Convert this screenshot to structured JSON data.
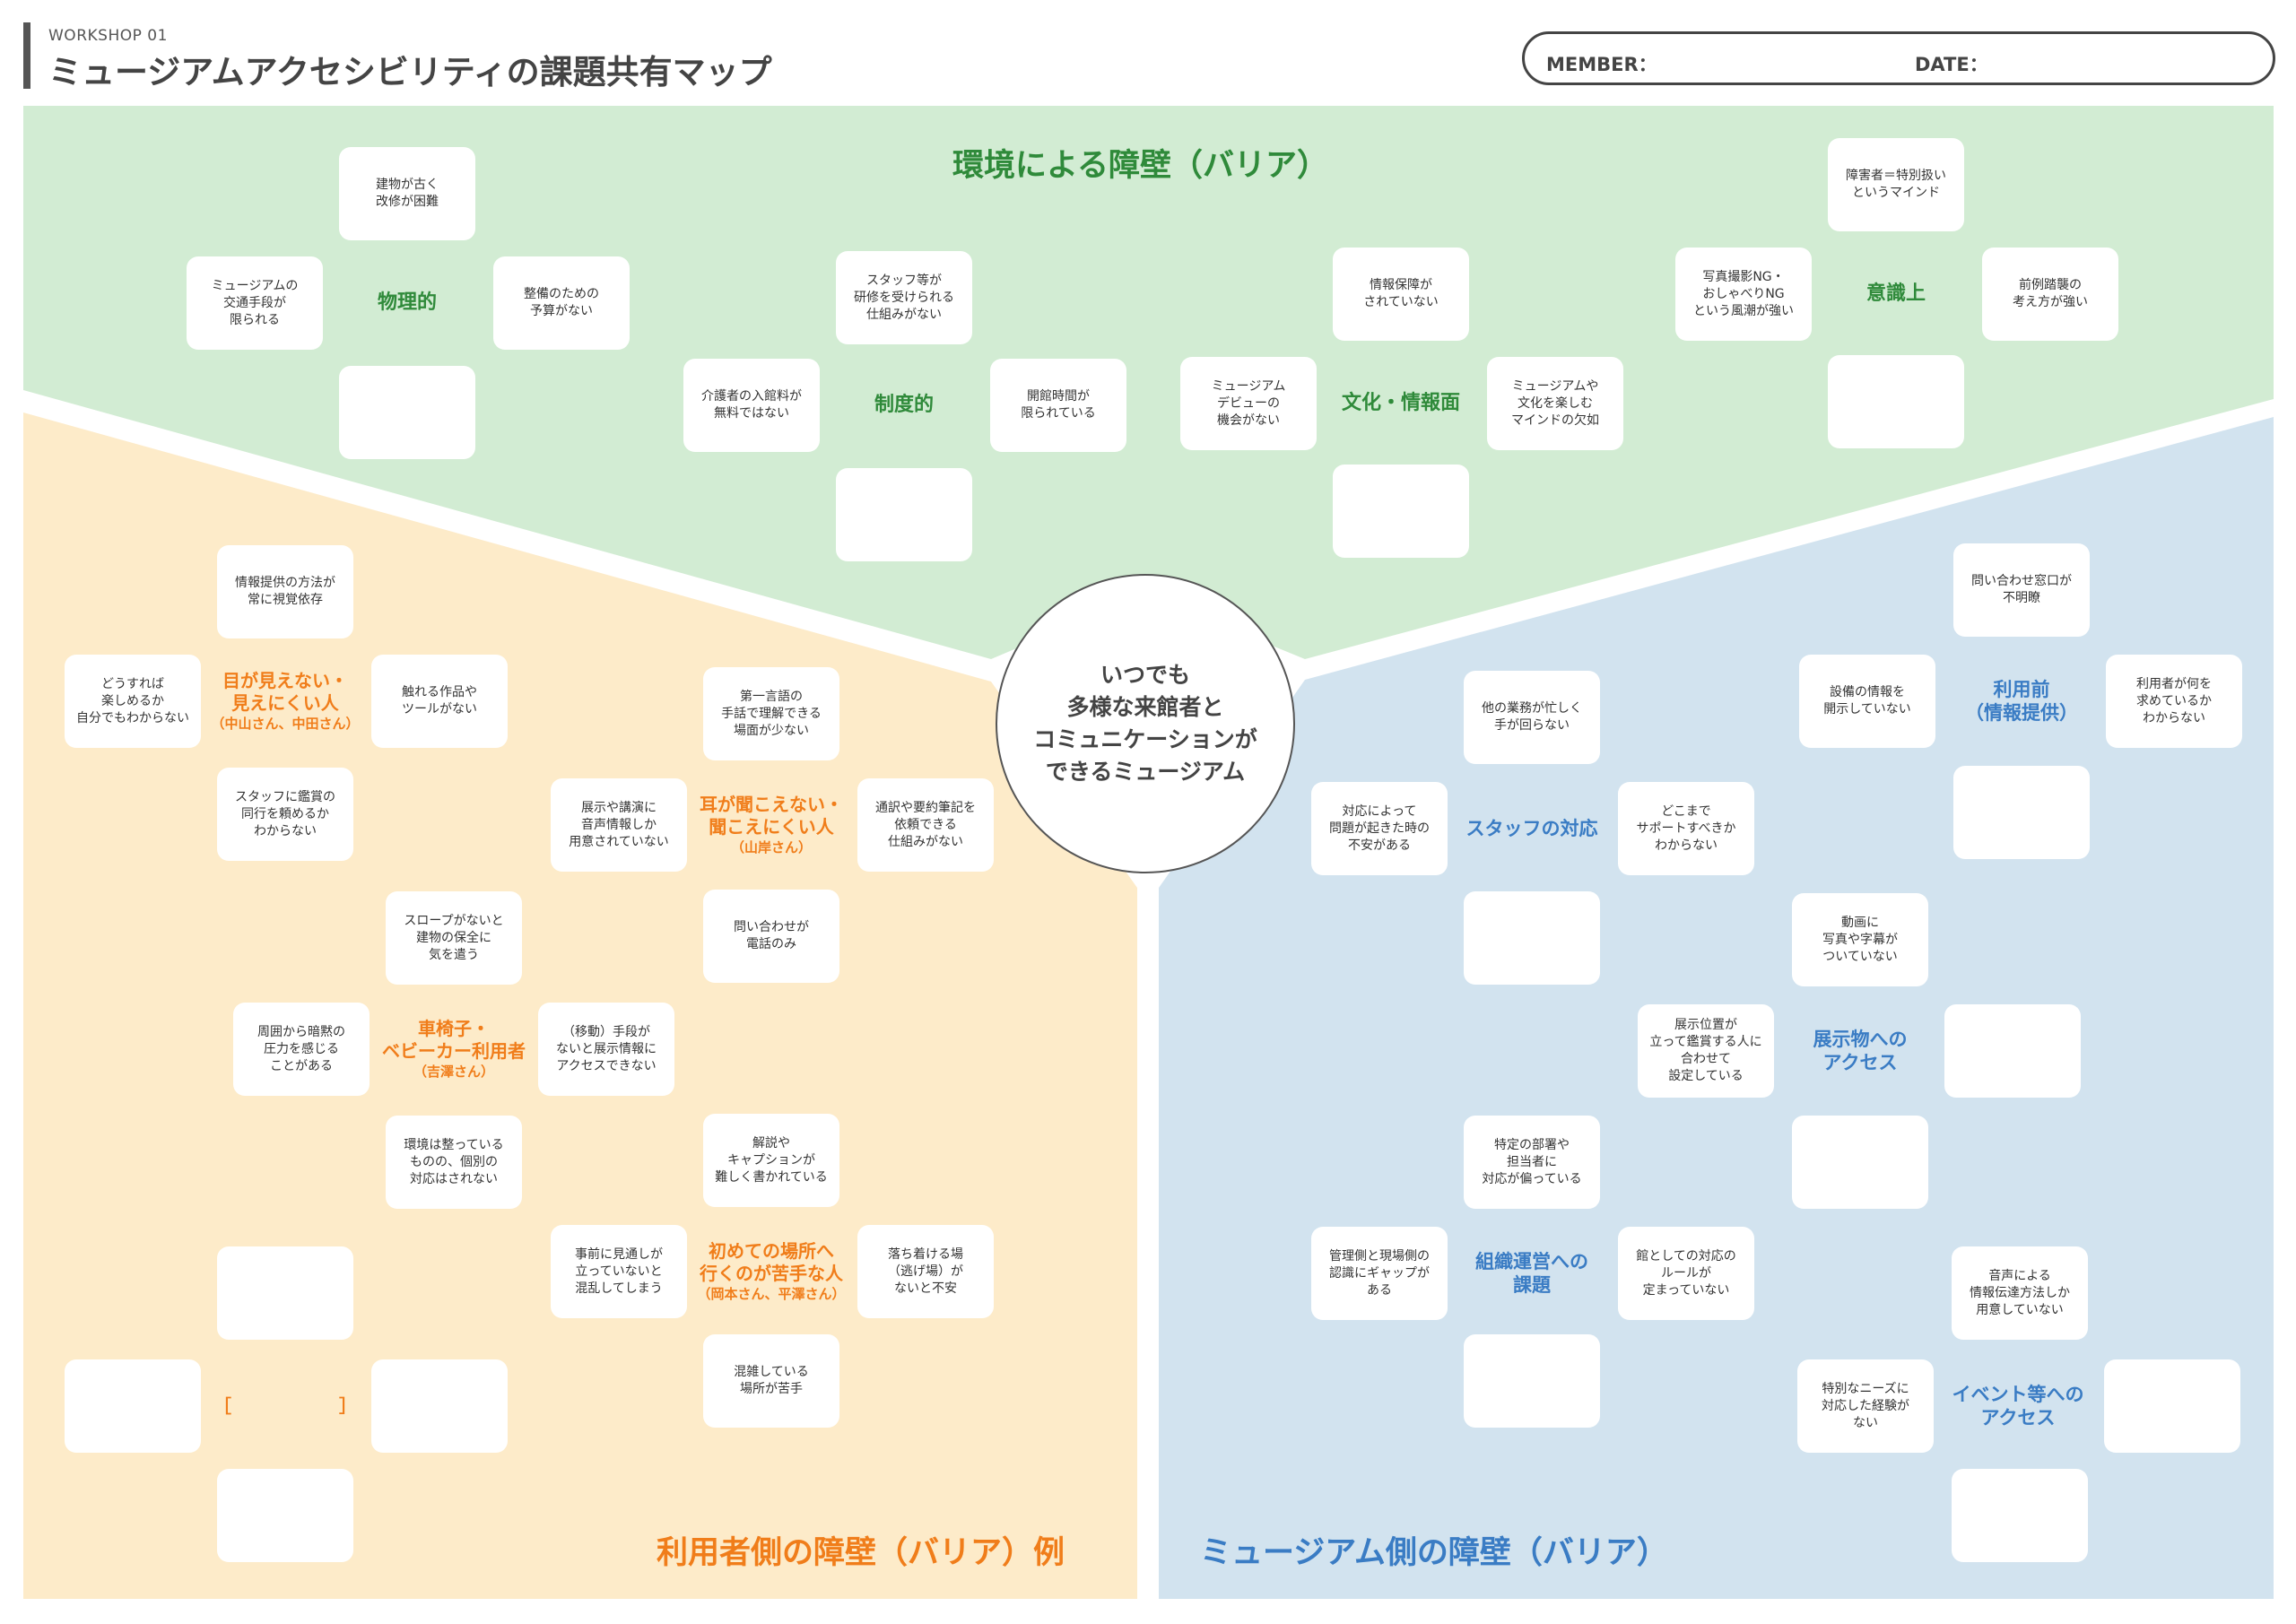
{
  "header": {
    "workshop": "WORKSHOP 01",
    "title": "ミュージアムアクセシビリティの課題共有マップ",
    "member_label": "MEMBER：",
    "date_label": "DATE："
  },
  "colors": {
    "env": "#d2ecd3",
    "user": "#fdebc9",
    "museum": "#d2e3ef",
    "green_text": "#2f8a3a",
    "orange_text": "#f07d1a",
    "blue_text": "#3a7cc4"
  },
  "center": "いつでも\n多様な来館者と\nコミュニケーションが\nできるミュージアム",
  "sections": {
    "env": "環境による障壁（バリア）",
    "user": "利用者側の障壁（バリア）例",
    "museum": "ミュージアム側の障壁（バリア）"
  },
  "env": {
    "physical": {
      "label": "物理的",
      "top": "建物が古く\n改修が困難",
      "left": "ミュージアムの\n交通手段が\n限られる",
      "right": "整備のための\n予算がない",
      "bottom": ""
    },
    "system": {
      "label": "制度的",
      "top": "スタッフ等が\n研修を受けられる\n仕組みがない",
      "left": "介護者の入館料が\n無料ではない",
      "right": "開館時間が\n限られている",
      "bottom": ""
    },
    "culture": {
      "label": "文化・情報面",
      "top": "情報保障が\nされていない",
      "left": "ミュージアム\nデビューの\n機会がない",
      "right": "ミュージアムや\n文化を楽しむ\nマインドの欠如",
      "bottom": ""
    },
    "mind": {
      "label": "意識上",
      "top": "障害者＝特別扱い\nというマインド",
      "left": "写真撮影NG・\nおしゃべりNG\nという風潮が強い",
      "right": "前例踏襲の\n考え方が強い",
      "bottom": ""
    }
  },
  "user": {
    "visual": {
      "label": "目が見えない・\n見えにくい人",
      "sub": "（中山さん、中田さん）",
      "top": "情報提供の方法が\n常に視覚依存",
      "left": "どうすれば\n楽しめるか\n自分でもわからない",
      "right": "触れる作品や\nツールがない",
      "bottom": "スタッフに鑑賞の\n同行を頼めるか\nわからない"
    },
    "hearing": {
      "label": "耳が聞こえない・\n聞こえにくい人",
      "sub": "（山岸さん）",
      "top": "第一言語の\n手話で理解できる\n場面が少ない",
      "left": "展示や講演に\n音声情報しか\n用意されていない",
      "right": "通訳や要約筆記を\n依頼できる\n仕組みがない",
      "bottom": "問い合わせが\n電話のみ"
    },
    "wheelchair": {
      "label": "車椅子・\nベビーカー利用者",
      "sub": "（吉澤さん）",
      "top": "スロープがないと\n建物の保全に\n気を遣う",
      "left": "周囲から暗黙の\n圧力を感じる\nことがある",
      "right": "（移動）手段が\nないと展示情報に\nアクセスできない",
      "bottom": "環境は整っている\nものの、個別の\n対応はされない"
    },
    "firsttime": {
      "label": "初めての場所へ\n行くのが苦手な人",
      "sub": "（岡本さん、平澤さん）",
      "top": "解説や\nキャプションが\n難しく書かれている",
      "left": "事前に見通しが\n立っていないと\n混乱してしまう",
      "right": "落ち着ける場\n（逃げ場）が\nないと不安",
      "bottom": "混雑している\n場所が苦手"
    },
    "blank": {
      "label": "［　　　　　　］",
      "top": "",
      "left": "",
      "right": "",
      "bottom": ""
    }
  },
  "museum": {
    "staff": {
      "label": "スタッフの対応",
      "top": "他の業務が忙しく\n手が回らない",
      "left": "対応によって\n問題が起きた時の\n不安がある",
      "right": "どこまで\nサポートすべきか\nわからない",
      "bottom": ""
    },
    "before": {
      "label": "利用前\n（情報提供）",
      "top": "問い合わせ窓口が\n不明瞭",
      "left": "設備の情報を\n開示していない",
      "right": "利用者が何を\n求めているか\nわからない",
      "bottom": ""
    },
    "exhibit": {
      "label": "展示物への\nアクセス",
      "top": "動画に\n写真や字幕が\nついていない",
      "left": "展示位置が\n立って鑑賞する人に\n合わせて\n設定している",
      "right": "",
      "bottom": ""
    },
    "org": {
      "label": "組織運営への\n課題",
      "top": "特定の部署や\n担当者に\n対応が偏っている",
      "left": "管理側と現場側の\n認識にギャップが\nある",
      "right": "館としての対応の\nルールが\n定まっていない",
      "bottom": ""
    },
    "event": {
      "label": "イベント等への\nアクセス",
      "top": "音声による\n情報伝達方法しか\n用意していない",
      "left": "特別なニーズに\n対応した経験が\nない",
      "right": "",
      "bottom": ""
    }
  }
}
